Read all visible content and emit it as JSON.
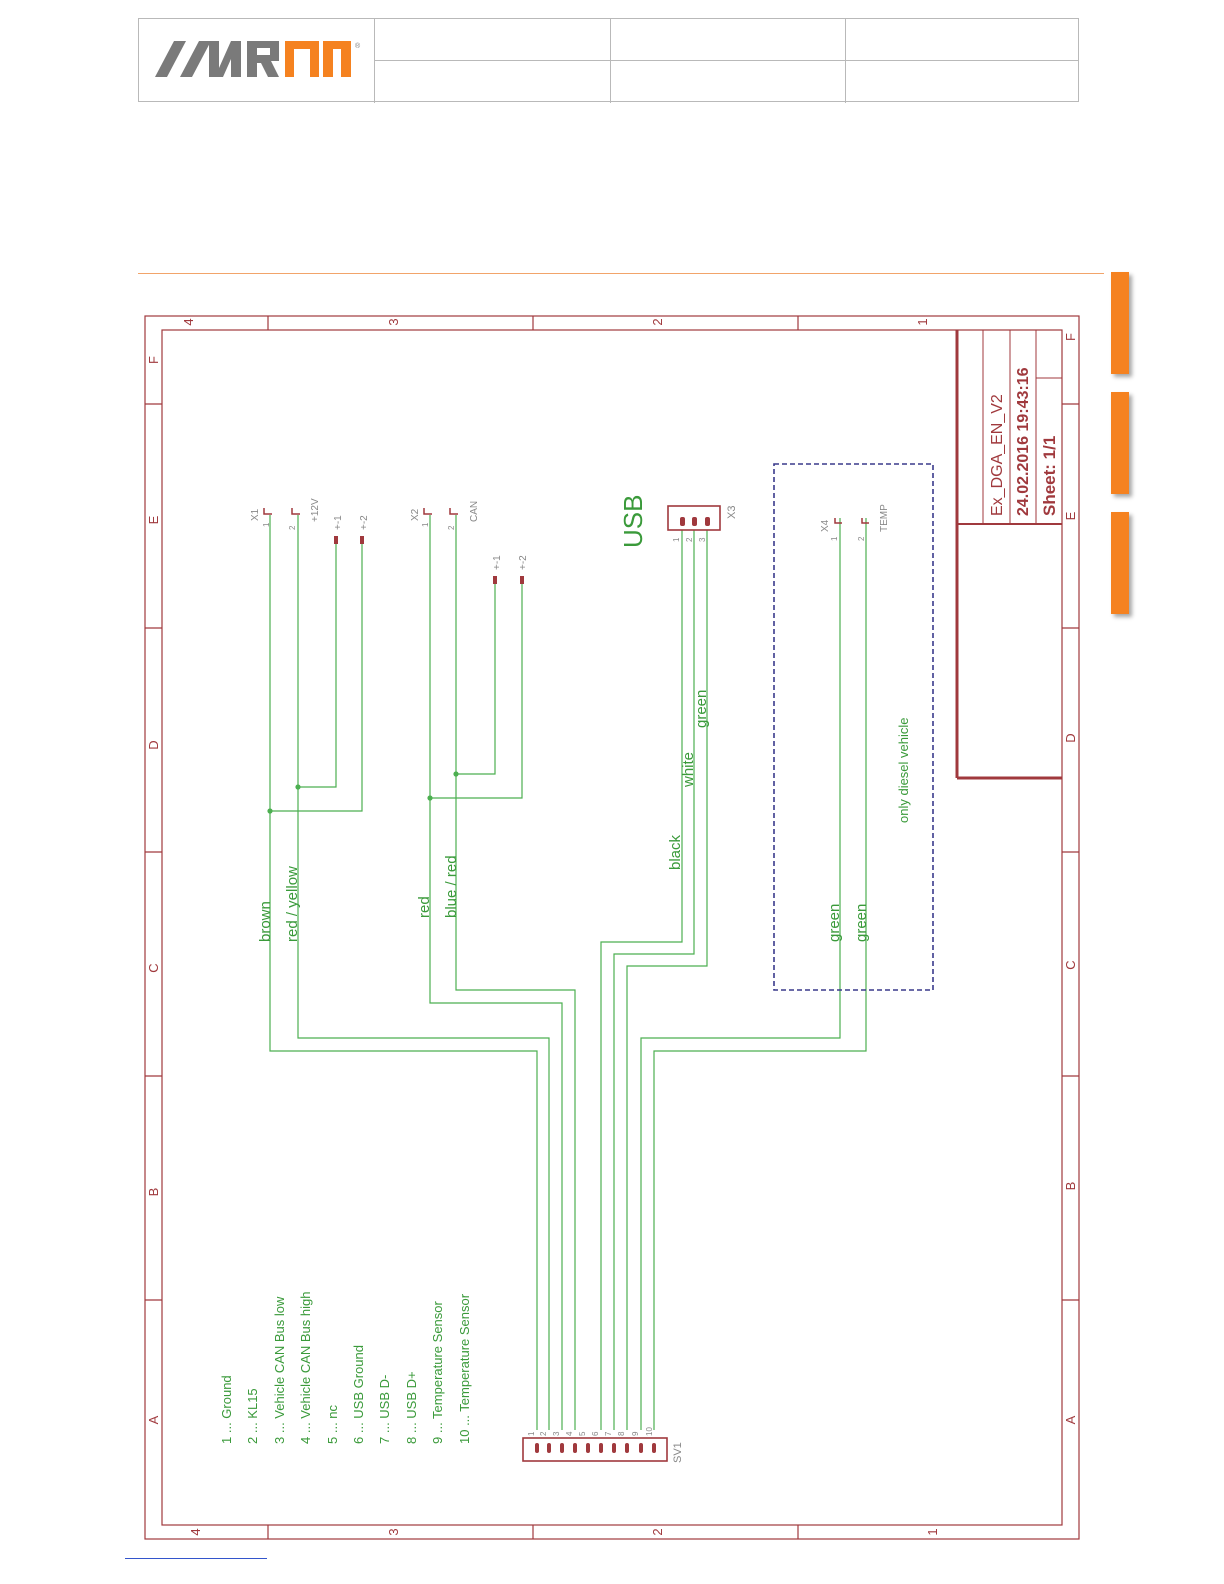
{
  "header": {
    "logo_text": "AWRON",
    "logo_registered": "®",
    "cells": [
      "",
      "",
      "",
      "",
      "",
      ""
    ]
  },
  "frame": {
    "columns_top": [
      "4",
      "3",
      "2",
      "1"
    ],
    "rows_side": [
      "F",
      "E",
      "D",
      "C",
      "B",
      "A"
    ]
  },
  "title_block": {
    "name": "Ex_DGA_EN_V2",
    "date": "24.02.2016 19:43:16",
    "sheet": "Sheet: 1/1"
  },
  "connectors": {
    "x1": {
      "name": "X1",
      "pin1": "1",
      "pin2": "2",
      "value": "+12V",
      "fuse1": "+-1",
      "fuse2": "+-2"
    },
    "x2": {
      "name": "X2",
      "pin1": "1",
      "pin2": "2",
      "value": "CAN",
      "fuse1": "+-1",
      "fuse2": "+-2"
    },
    "x3": {
      "name": "X3",
      "title": "USB",
      "pins": [
        "1",
        "2",
        "3"
      ]
    },
    "x4": {
      "name": "X4",
      "pin1": "1",
      "pin2": "2",
      "value": "TEMP"
    },
    "sv1": {
      "name": "SV1",
      "pins": [
        "1",
        "2",
        "3",
        "4",
        "5",
        "6",
        "7",
        "8",
        "9",
        "10"
      ]
    }
  },
  "wire_labels": {
    "brown": "brown",
    "red_yellow": "red / yellow",
    "red": "red",
    "blue_red": "blue / red",
    "black": "black",
    "white": "white",
    "green_usb": "green",
    "green_x4_1": "green",
    "green_x4_2": "green"
  },
  "diesel_note": "only diesel vehicle",
  "pin_legend": [
    "1 ... Ground",
    "2 ... KL15",
    "3 ... Vehicle CAN Bus low",
    "4 ... Vehicle CAN Bus high",
    "5 ... nc",
    "6 ... USB Ground",
    "7 ... USB D-",
    "8 ... USB D+",
    "9 ... Temperature Sensor",
    "10 ... Temperature Sensor"
  ],
  "colors": {
    "frame": "#a0393d",
    "wire": "#4caf50",
    "label": "#3a9a3a",
    "dashed": "#3a3a8c",
    "accent": "#f58220"
  }
}
